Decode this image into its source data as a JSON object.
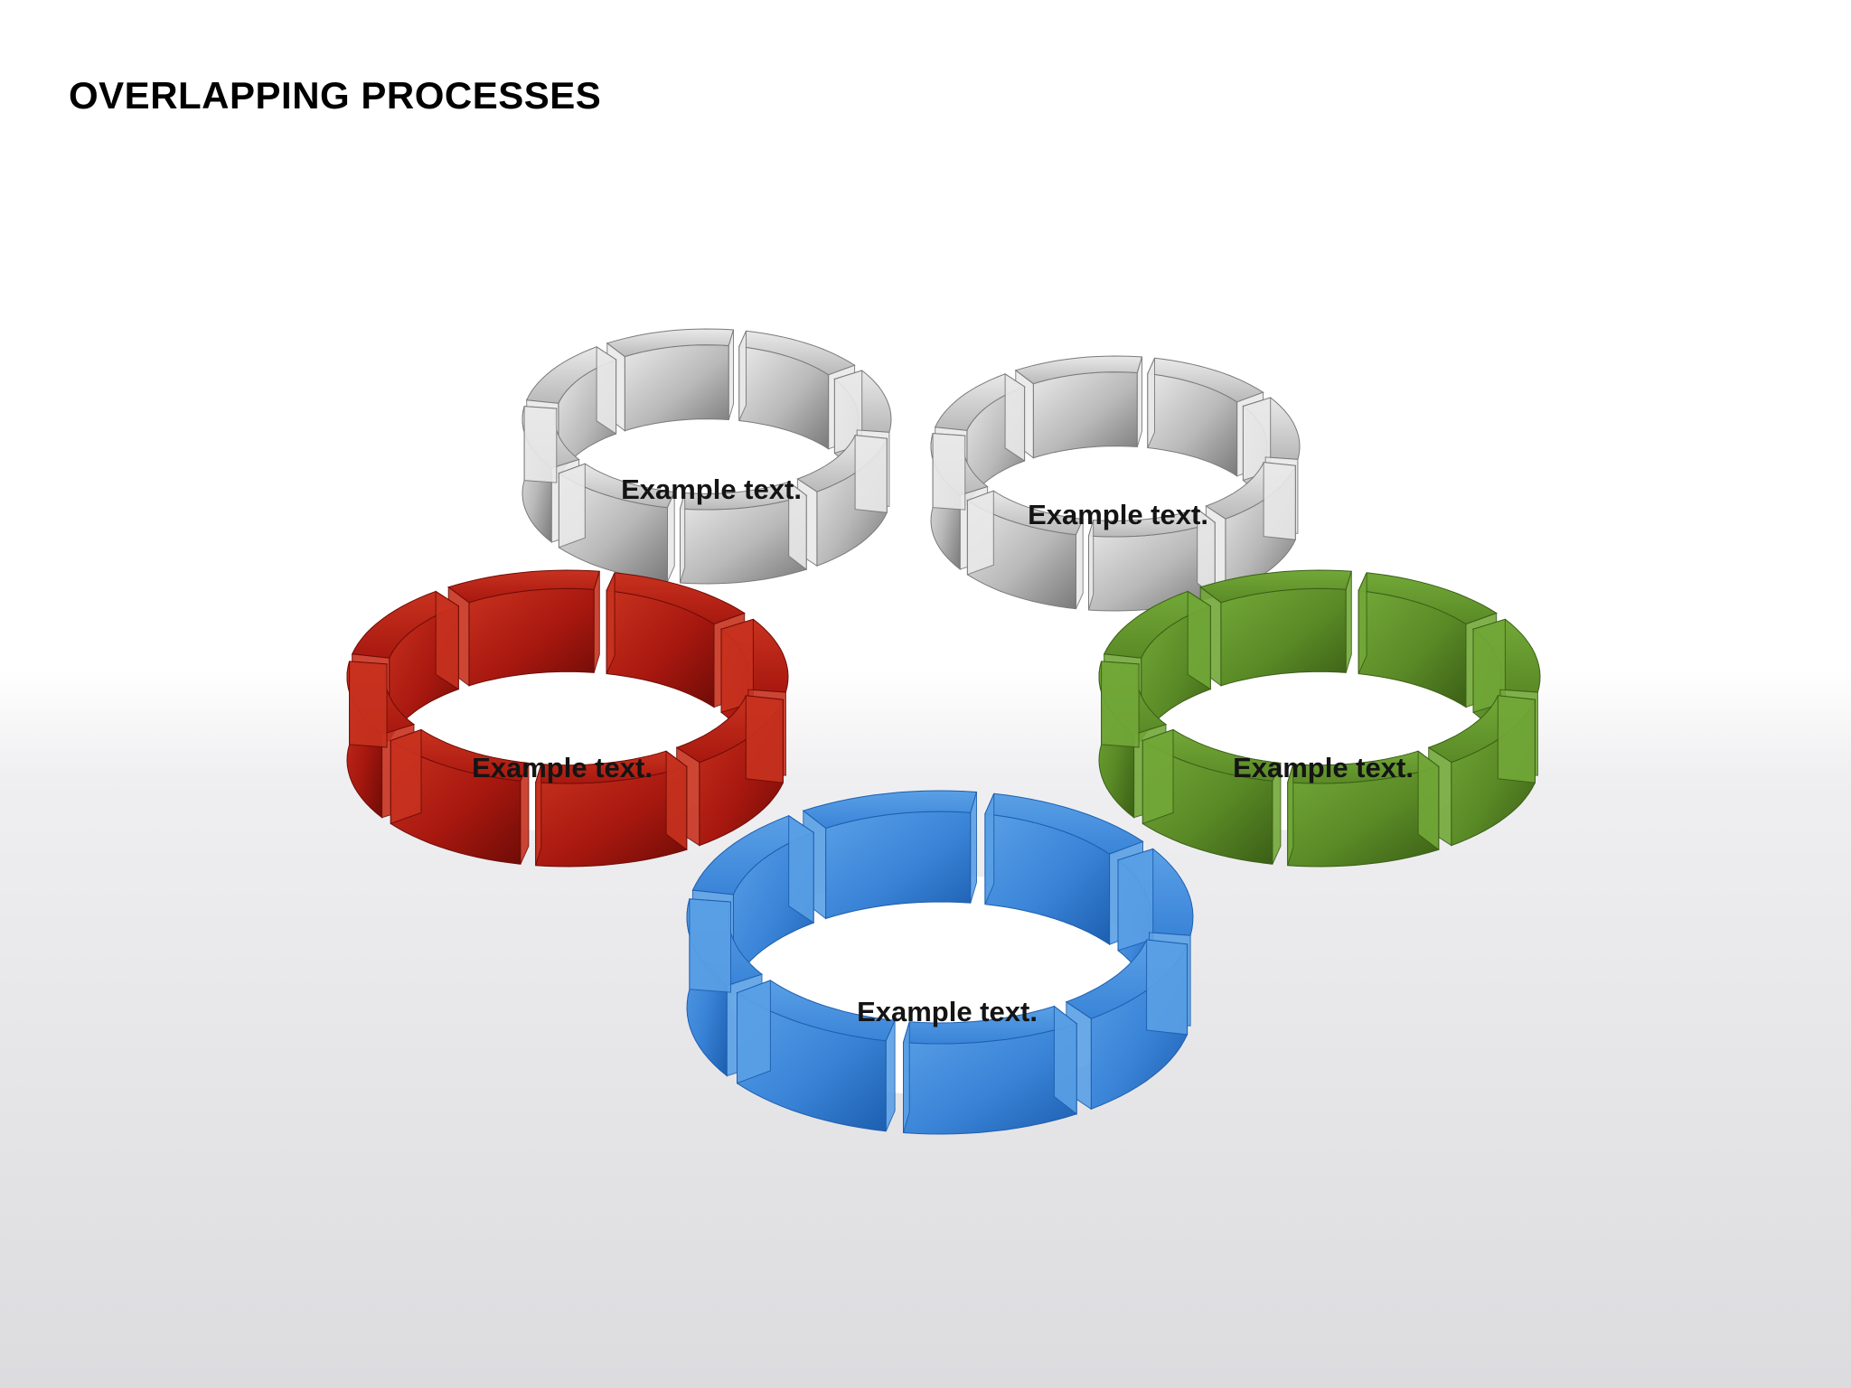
{
  "title": "OVERLAPPING PROCESSES",
  "rings": [
    {
      "id": "gray-left",
      "color_name": "gray",
      "label": "Example text.",
      "colors": {
        "light": "#e9e9e9",
        "mid": "#b9b9b9",
        "dark": "#7a7a7a"
      }
    },
    {
      "id": "gray-right",
      "color_name": "gray",
      "label": "Example text.",
      "colors": {
        "light": "#e9e9e9",
        "mid": "#b9b9b9",
        "dark": "#7a7a7a"
      }
    },
    {
      "id": "red",
      "color_name": "red",
      "label": "Example text.",
      "colors": {
        "light": "#c8321f",
        "mid": "#a8180f",
        "dark": "#6f0c07"
      }
    },
    {
      "id": "green",
      "color_name": "green",
      "label": "Example text.",
      "colors": {
        "light": "#72a838",
        "mid": "#5a8a26",
        "dark": "#3b5f16"
      }
    },
    {
      "id": "blue",
      "color_name": "blue",
      "label": "Example text.",
      "colors": {
        "light": "#5aa0e6",
        "mid": "#3a84d8",
        "dark": "#1d5fb0"
      }
    }
  ]
}
